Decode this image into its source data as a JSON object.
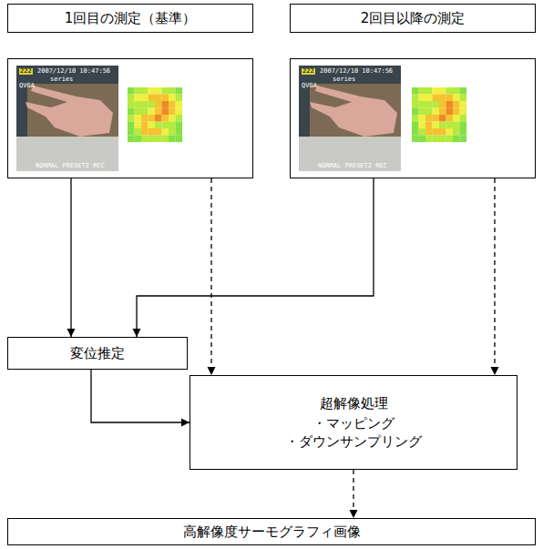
{
  "diagram": {
    "nodes": [
      {
        "text": [
          "1回目の測定（基準）"
        ]
      },
      {
        "text": [
          "2回目以降の測定"
        ]
      },
      {
        "text": [
          "222",
          "2007/12/10 10:47:56",
          "series",
          "QVGA",
          "NORMAL PRESET2 REC"
        ]
      },
      {
        "text": [
          "222",
          "2007/12/10 10:47:56",
          "series",
          "QVGA",
          "NORMAL PRESET2 REC"
        ]
      },
      {
        "text": [
          "変位推定"
        ]
      },
      {
        "text": [
          "超解像処理",
          "・マッピング",
          "・ダウンサンプリング"
        ]
      },
      {
        "text": [
          "高解像度サーモグラフィ画像"
        ]
      }
    ],
    "edges": [
      {
        "from": 2,
        "to": 4,
        "arrow": "to"
      },
      {
        "from": 3,
        "to": 4,
        "arrow": "to"
      },
      {
        "from": 2,
        "to": 5,
        "arrow": "to"
      },
      {
        "from": 3,
        "to": 5,
        "arrow": "to"
      },
      {
        "from": 4,
        "to": 5,
        "arrow": "to"
      },
      {
        "from": 5,
        "to": 6,
        "arrow": "to"
      }
    ]
  }
}
